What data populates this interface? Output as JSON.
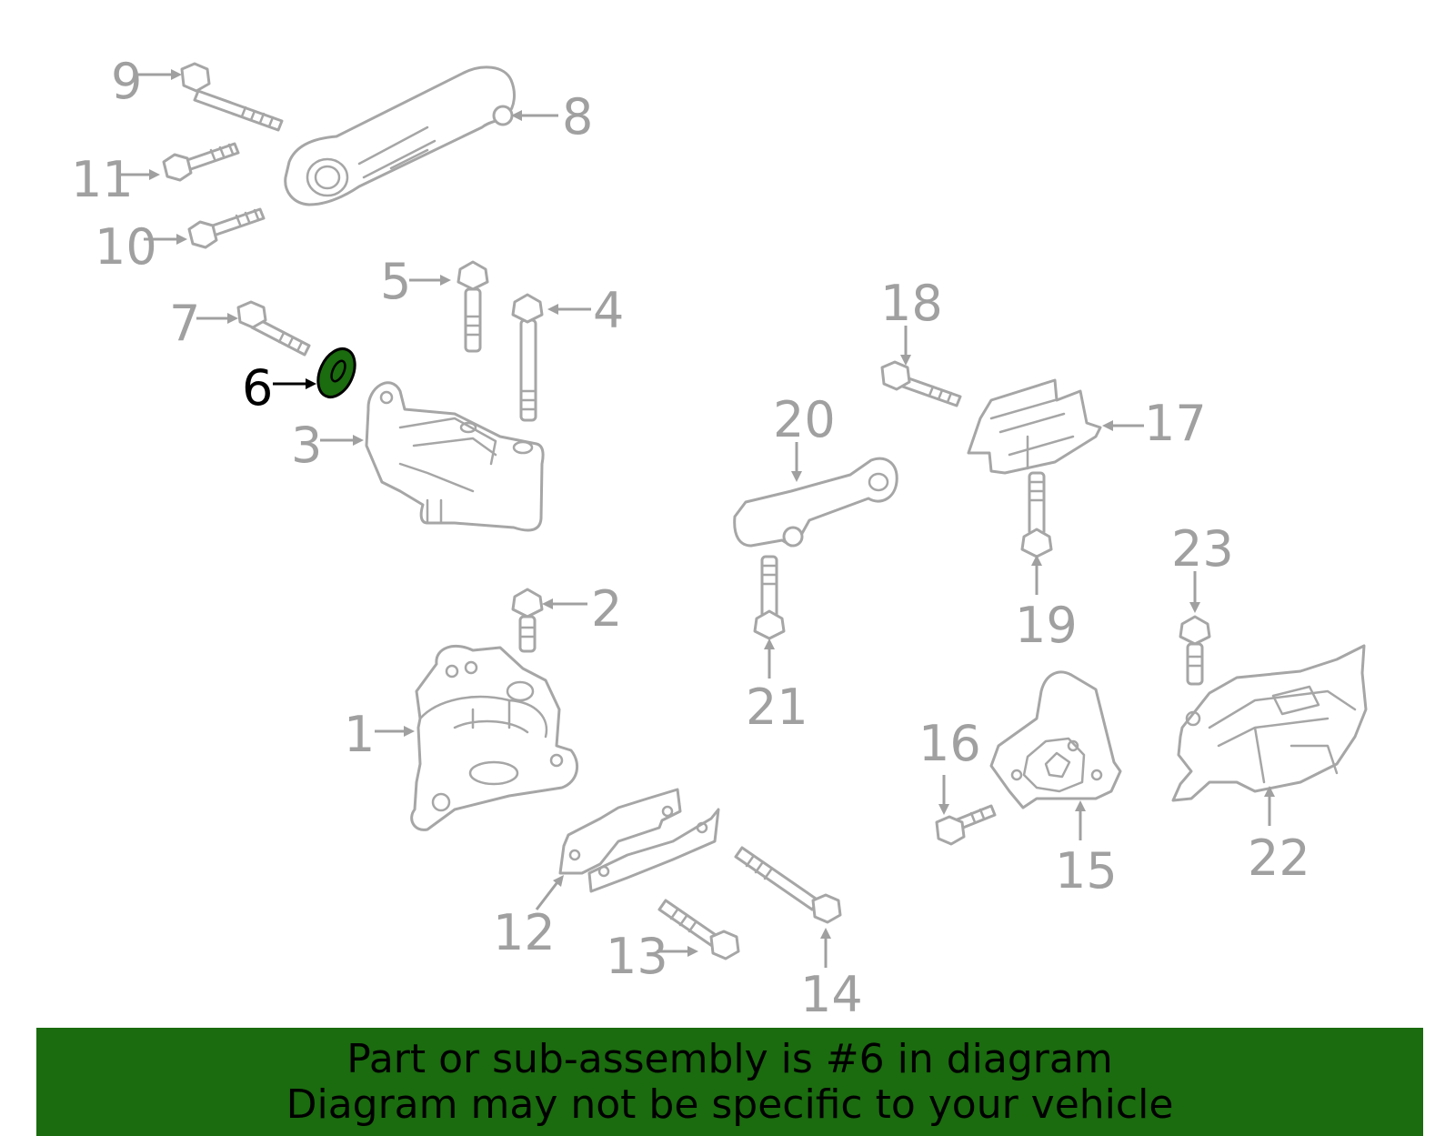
{
  "callouts": [
    {
      "id": "9",
      "label": "9",
      "highlight": false
    },
    {
      "id": "8",
      "label": "8",
      "highlight": false
    },
    {
      "id": "11",
      "label": "11",
      "highlight": false
    },
    {
      "id": "10",
      "label": "10",
      "highlight": false
    },
    {
      "id": "5",
      "label": "5",
      "highlight": false
    },
    {
      "id": "4",
      "label": "4",
      "highlight": false
    },
    {
      "id": "7",
      "label": "7",
      "highlight": false
    },
    {
      "id": "6",
      "label": "6",
      "highlight": true
    },
    {
      "id": "3",
      "label": "3",
      "highlight": false
    },
    {
      "id": "18",
      "label": "18",
      "highlight": false
    },
    {
      "id": "17",
      "label": "17",
      "highlight": false
    },
    {
      "id": "20",
      "label": "20",
      "highlight": false
    },
    {
      "id": "19",
      "label": "19",
      "highlight": false
    },
    {
      "id": "2",
      "label": "2",
      "highlight": false
    },
    {
      "id": "23",
      "label": "23",
      "highlight": false
    },
    {
      "id": "21",
      "label": "21",
      "highlight": false
    },
    {
      "id": "1",
      "label": "1",
      "highlight": false
    },
    {
      "id": "16",
      "label": "16",
      "highlight": false
    },
    {
      "id": "12",
      "label": "12",
      "highlight": false
    },
    {
      "id": "15",
      "label": "15",
      "highlight": false
    },
    {
      "id": "22",
      "label": "22",
      "highlight": false
    },
    {
      "id": "13",
      "label": "13",
      "highlight": false
    },
    {
      "id": "14",
      "label": "14",
      "highlight": false
    }
  ],
  "highlight_color": "#1b6b0f",
  "banner": {
    "line1": "Part or sub-assembly is #6 in diagram",
    "line2": "Diagram may not be specific to your vehicle"
  }
}
